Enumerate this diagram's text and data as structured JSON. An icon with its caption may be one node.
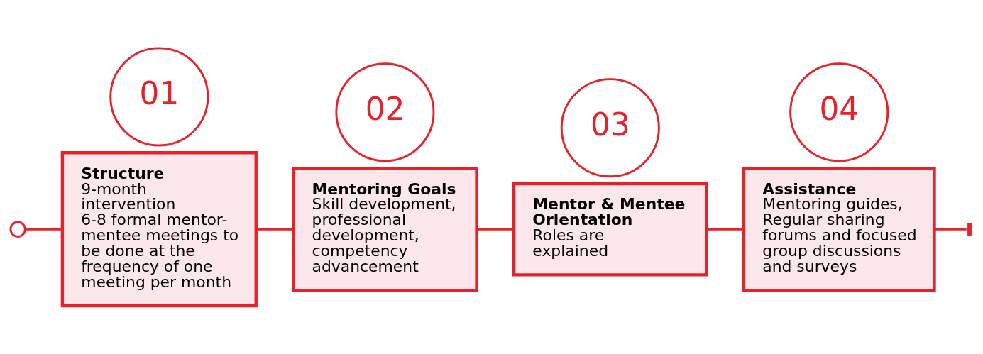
{
  "diagram": {
    "nodes": [
      {
        "text": [],
        "shape": "circle"
      },
      {
        "text": [
          "01"
        ]
      },
      {
        "text": [
          "Structure",
          "9-month intervention",
          "6-8 formal mentor-mentee meetings to be done at the frequency of one meeting per month"
        ]
      },
      {
        "text": [
          "02"
        ]
      },
      {
        "text": [
          "Mentoring Goals",
          "Skill development, professional development, competency advancement"
        ]
      },
      {
        "text": [
          "03"
        ]
      },
      {
        "text": [
          "Mentor & Mentee Orientation",
          "Roles are explained"
        ]
      },
      {
        "text": [
          "04"
        ]
      },
      {
        "text": [
          "Assistance",
          "Mentoring guides, Regular sharing forums and focused group discussions and surveys"
        ]
      }
    ],
    "edges": [
      {
        "from": 0,
        "to": 2,
        "arrow": "none"
      },
      {
        "from": 2,
        "to": 4,
        "arrow": "none"
      },
      {
        "from": 4,
        "to": 6,
        "arrow": "none"
      },
      {
        "from": 6,
        "to": 8,
        "arrow": "none"
      },
      {
        "from": 8,
        "to": null,
        "arrow": "other"
      }
    ]
  }
}
